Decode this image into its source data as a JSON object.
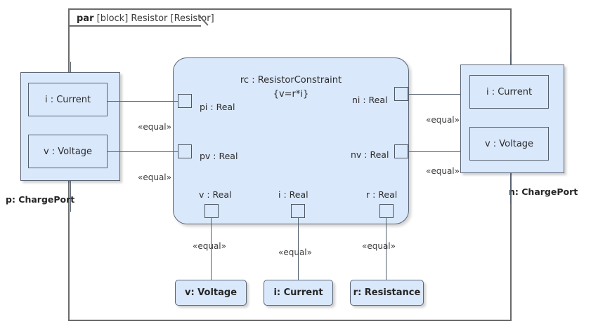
{
  "diagram": {
    "kind": "par",
    "frame_label_rest": " [block] Resistor [Resistor]",
    "type": "SysML parametric diagram"
  },
  "constraint_block": {
    "name": "rc : ResistorConstraint",
    "expression": "{v=r*i}",
    "ports": {
      "left": [
        {
          "id": "pi",
          "label": "pi : Real"
        },
        {
          "id": "pv",
          "label": "pv : Real"
        }
      ],
      "right": [
        {
          "id": "ni",
          "label": "ni : Real"
        },
        {
          "id": "nv",
          "label": "nv : Real"
        }
      ],
      "bottom": [
        {
          "id": "v",
          "label": "v : Real"
        },
        {
          "id": "i",
          "label": "i : Real"
        },
        {
          "id": "r",
          "label": "r : Real"
        }
      ]
    }
  },
  "left_port": {
    "name": "p: ChargePort",
    "properties": [
      {
        "label": "i : Current"
      },
      {
        "label": "v : Voltage"
      }
    ]
  },
  "right_port": {
    "name": "n: ChargePort",
    "properties": [
      {
        "label": "i : Current"
      },
      {
        "label": "v : Voltage"
      }
    ]
  },
  "value_properties": [
    {
      "label": "v: Voltage"
    },
    {
      "label": "i: Current"
    },
    {
      "label": "r: Resistance"
    }
  ],
  "connectors": {
    "stereotype": "«equal»",
    "labels": [
      "«equal»",
      "«equal»",
      "«equal»",
      "«equal»",
      "«equal»",
      "«equal»",
      "«equal»"
    ]
  },
  "colors": {
    "block_fill": "#dae8fb",
    "block_border": "#5b6575",
    "frame_border": "#6b6b6b",
    "text": "#2c2c2c",
    "canvas": "#ffffff"
  }
}
